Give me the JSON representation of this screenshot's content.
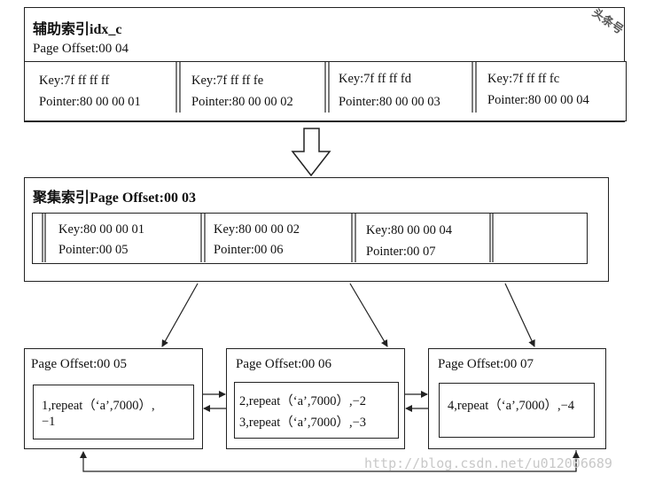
{
  "secondary_index": {
    "title": "辅助索引idx_c",
    "page_offset": "Page Offset:00 04",
    "cells": [
      {
        "key": "Key:7f ff ff ff",
        "pointer": "Pointer:80 00 00 01"
      },
      {
        "key": "Key:7f ff ff fe",
        "pointer": "Pointer:80 00 00 02"
      },
      {
        "key": "Key:7f ff ff fd",
        "pointer": "Pointer:80 00 00 03"
      },
      {
        "key": "Key:7f ff ff fc",
        "pointer": "Pointer:80 00 00 04"
      }
    ]
  },
  "clustered_index": {
    "title": "聚集索引Page Offset:00 03",
    "cells": [
      {
        "key": "Key:80 00 00 01",
        "pointer": "Pointer:00 05"
      },
      {
        "key": "Key:80 00 00 02",
        "pointer": "Pointer:00 06"
      },
      {
        "key": "Key:80 00 00 04",
        "pointer": "Pointer:00 07"
      }
    ]
  },
  "leaf_pages": [
    {
      "page_offset": "Page Offset:00 05",
      "line1": "1,repeat（‘a’,7000）,",
      "line2": "−1"
    },
    {
      "page_offset": "Page Offset:00 06",
      "line1": "2,repeat（‘a’,7000）,−2",
      "line2": "3,repeat（‘a’,7000）,−3"
    },
    {
      "page_offset": "Page Offset:00 07",
      "line1": "4,repeat（‘a’,7000）,−4",
      "line2": ""
    }
  ],
  "watermark": {
    "url": "http://blog.csdn.net/u012006689",
    "corner": "头条号"
  }
}
